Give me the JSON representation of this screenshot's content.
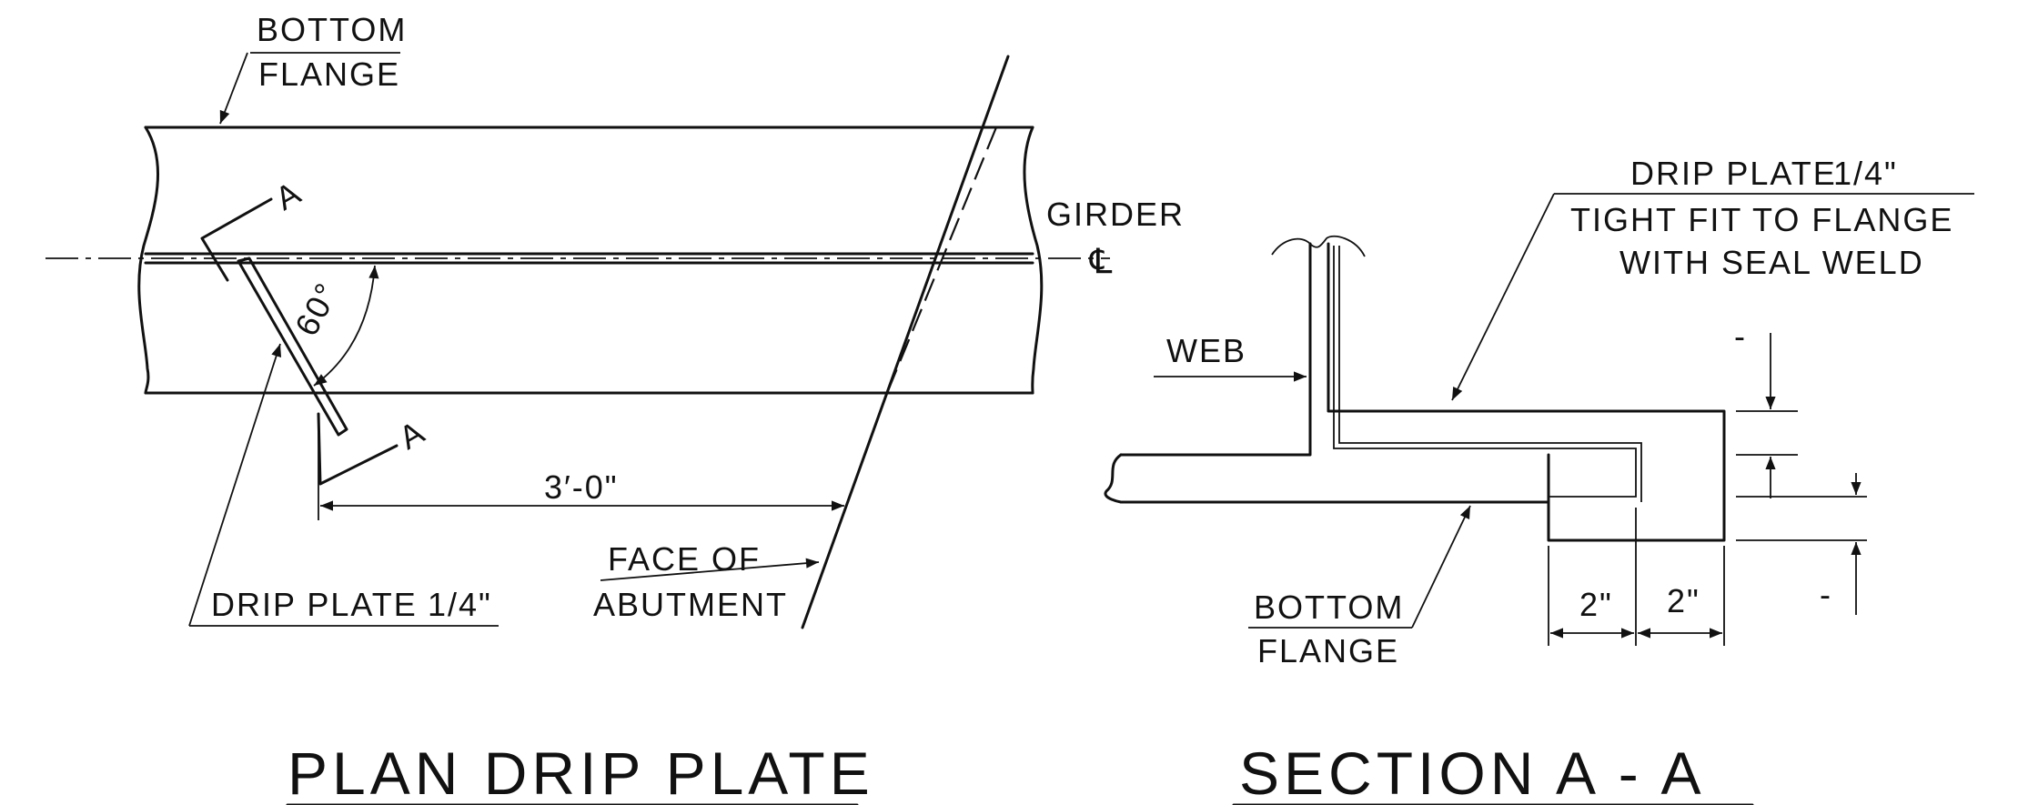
{
  "plan": {
    "title": "PLAN DRIP PLATE",
    "bottom_flange_line1": "BOTTOM",
    "bottom_flange_line2": "FLANGE",
    "girder_label": "GIRDER",
    "centerline_symbol": "℄",
    "angle_label": "60°",
    "section_mark": "A",
    "dimension": "3′-0\"",
    "drip_plate_label": "DRIP PLATE",
    "drip_plate_size": "1/4\"",
    "abutment_line1": "FACE OF",
    "abutment_line2": "ABUTMENT"
  },
  "section": {
    "title": "SECTION A - A",
    "callout_line1": "DRIP PLATE",
    "callout_size": "1/4\"",
    "callout_line2": "TIGHT FIT TO FLANGE",
    "callout_line3": "WITH SEAL WELD",
    "web_label": "WEB",
    "bottom_flange_line1": "BOTTOM",
    "bottom_flange_line2": "FLANGE",
    "dim_left": "2\"",
    "dim_right": "2\"",
    "dim_small_top": "-",
    "dim_small_bottom": "-"
  }
}
